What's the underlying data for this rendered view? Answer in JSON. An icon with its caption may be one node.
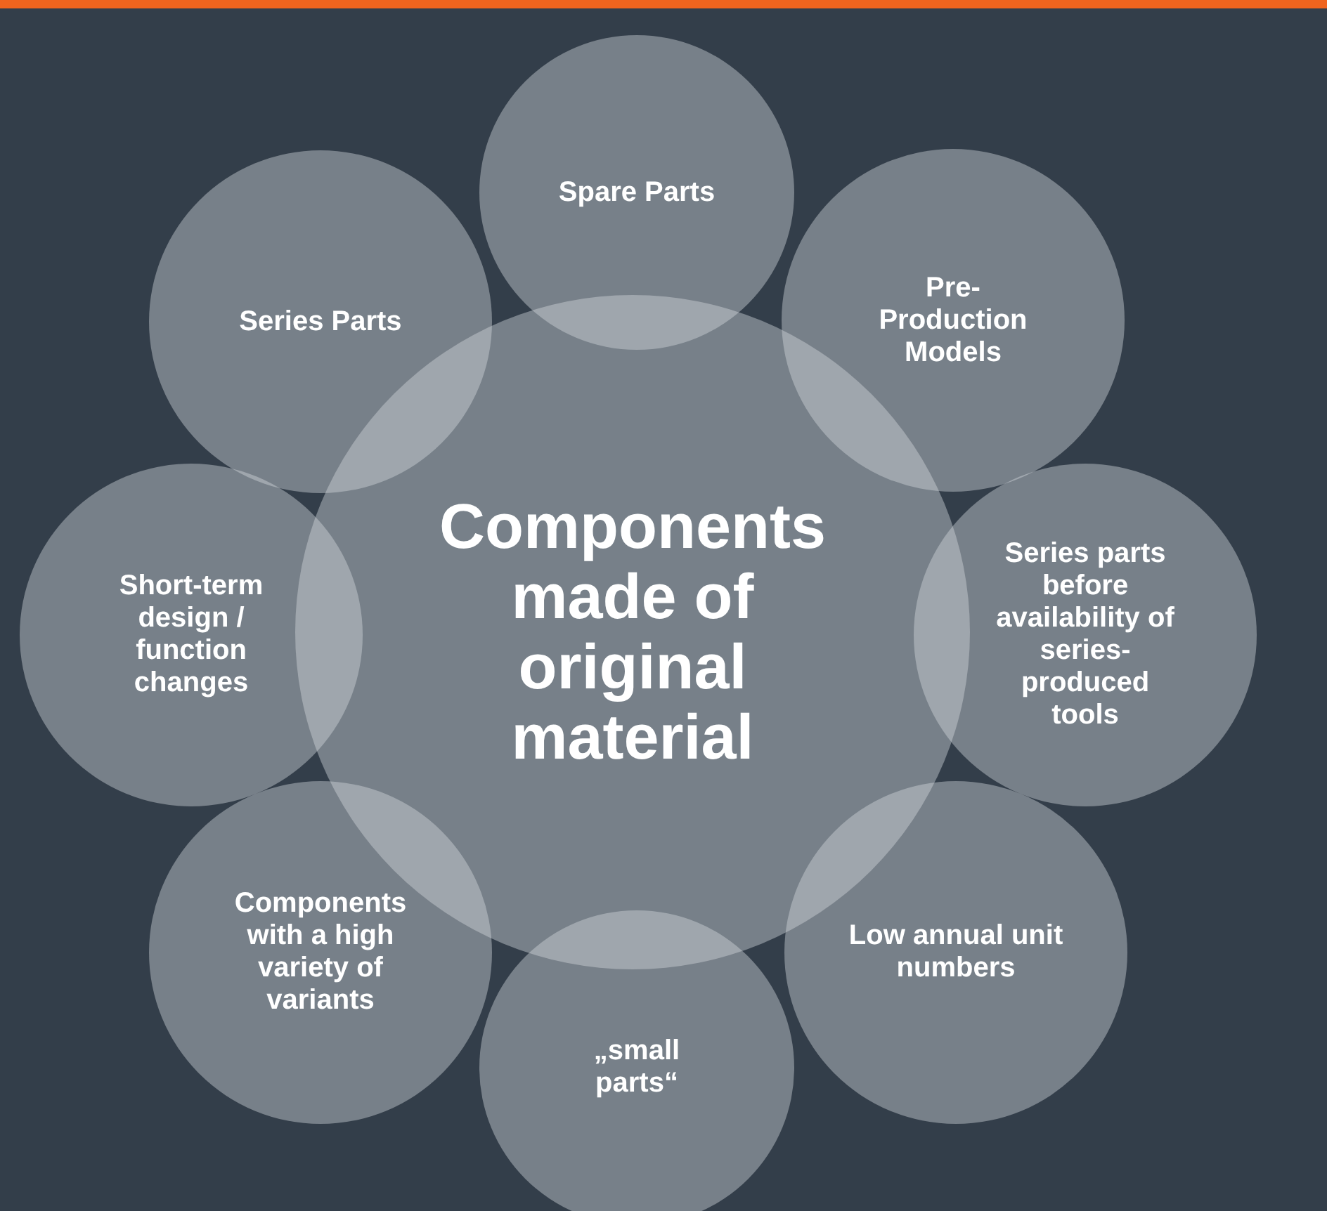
{
  "diagram": {
    "nodes": [
      {
        "text": [
          "Components made of original material"
        ]
      },
      {
        "text": [
          "Spare Parts"
        ]
      },
      {
        "text": [
          "Pre-Production Models"
        ]
      },
      {
        "text": [
          "Series parts before availability of series-produced tools"
        ]
      },
      {
        "text": [
          "Low annual unit numbers"
        ]
      },
      {
        "text": [
          "„small parts“"
        ]
      },
      {
        "text": [
          "Components with a high variety of variants"
        ]
      },
      {
        "text": [
          "Short-term design / function changes"
        ]
      },
      {
        "text": [
          "Series Parts"
        ]
      }
    ]
  }
}
